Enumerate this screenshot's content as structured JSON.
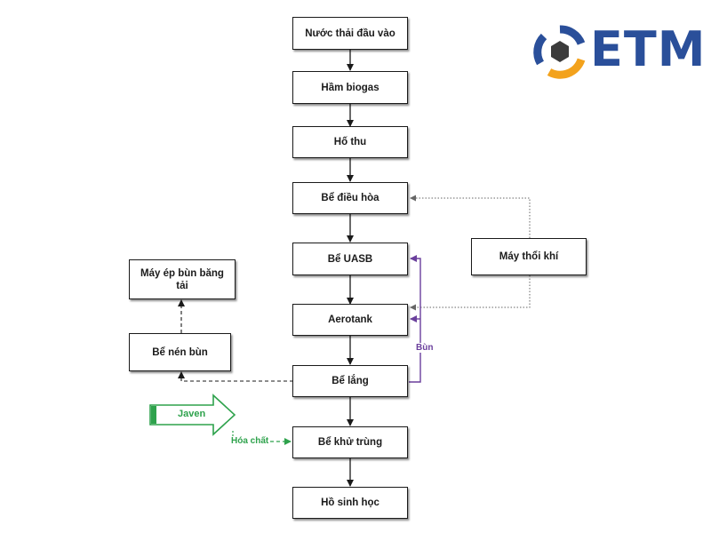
{
  "brand": {
    "logo_text": "ETM",
    "colors": {
      "blue": "#2a4f9a",
      "orange": "#f3a21c",
      "dark": "#3b3b3b"
    }
  },
  "nodes": {
    "n1": "Nước thải đầu vào",
    "n2": "Hầm biogas",
    "n3": "Hố thu",
    "n4": "Bể điều hòa",
    "n5": "Bể UASB",
    "n6": "Aerotank",
    "n7": "Bể lắng",
    "n8": "Bể khử trùng",
    "n9": "Hồ sinh học",
    "n10": "Máy thổi khí",
    "n11": "Máy ép bùn băng tải",
    "n12": "Bể nén bùn"
  },
  "labels": {
    "sludge_return": "Bùn",
    "chemical": "Hóa chất",
    "javen": "Javen"
  },
  "colors": {
    "line": "#1a1a1a",
    "sludge_return": "#6a3f9c",
    "chemical": "#2ea24c",
    "air": "#666666"
  }
}
